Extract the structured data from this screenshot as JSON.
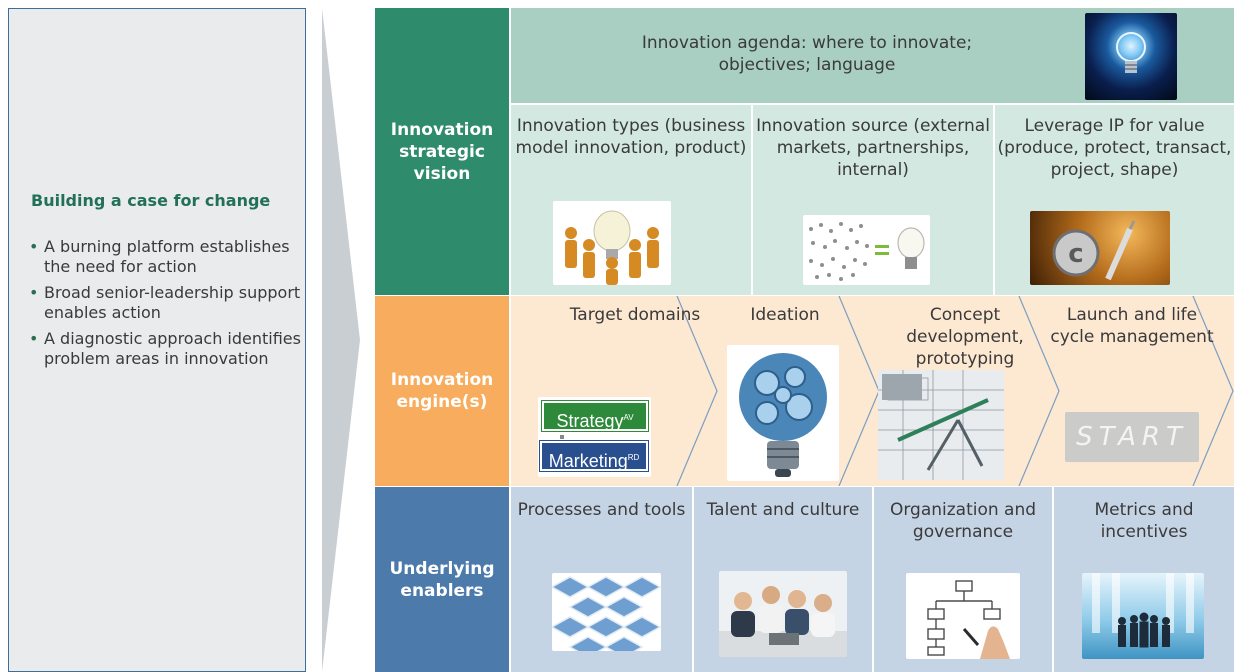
{
  "left_panel": {
    "title": "Building a case for change",
    "bullets": [
      "A burning platform establishes the need for action",
      "Broad senior-leadership support enables action",
      "A diagnostic approach identifies problem areas in innovation"
    ]
  },
  "rows": {
    "vision": {
      "label": "Innovation strategic vision",
      "color": "#2e8b6b",
      "agenda": "Innovation agenda: where to innovate; objectives; language",
      "cells": [
        {
          "text": "Innovation types (business model innovation, product)",
          "icon": "people-lightbulb-icon"
        },
        {
          "text": "Innovation source (external markets, partnerships, internal)",
          "icon": "bulbs-equals-bulb-icon"
        },
        {
          "text": "Leverage IP for value (produce, protect, transact, project, shape)",
          "icon": "copyright-pen-icon"
        }
      ]
    },
    "engine": {
      "label": "Innovation engine(s)",
      "color": "#f7ac5e",
      "steps": [
        {
          "text": "Target domains",
          "icon": "street-signs-icon",
          "sign1": "Strategy",
          "sign1_sup": "AV",
          "sign2": "Marketing",
          "sign2_sup": "RD"
        },
        {
          "text": "Ideation",
          "icon": "gear-bulb-icon"
        },
        {
          "text": "Concept development, prototyping",
          "icon": "blueprint-tools-icon"
        },
        {
          "text": "Launch and life cycle management",
          "icon": "start-line-icon",
          "start_text": "START"
        }
      ]
    },
    "enablers": {
      "label": "Underlying enablers",
      "color": "#4b7aab",
      "cells": [
        {
          "text": "Processes and tools",
          "icon": "abstract-blocks-icon"
        },
        {
          "text": "Talent and culture",
          "icon": "team-meeting-icon"
        },
        {
          "text": "Organization and governance",
          "icon": "org-chart-icon"
        },
        {
          "text": "Metrics and incentives",
          "icon": "business-people-icon"
        }
      ]
    }
  }
}
